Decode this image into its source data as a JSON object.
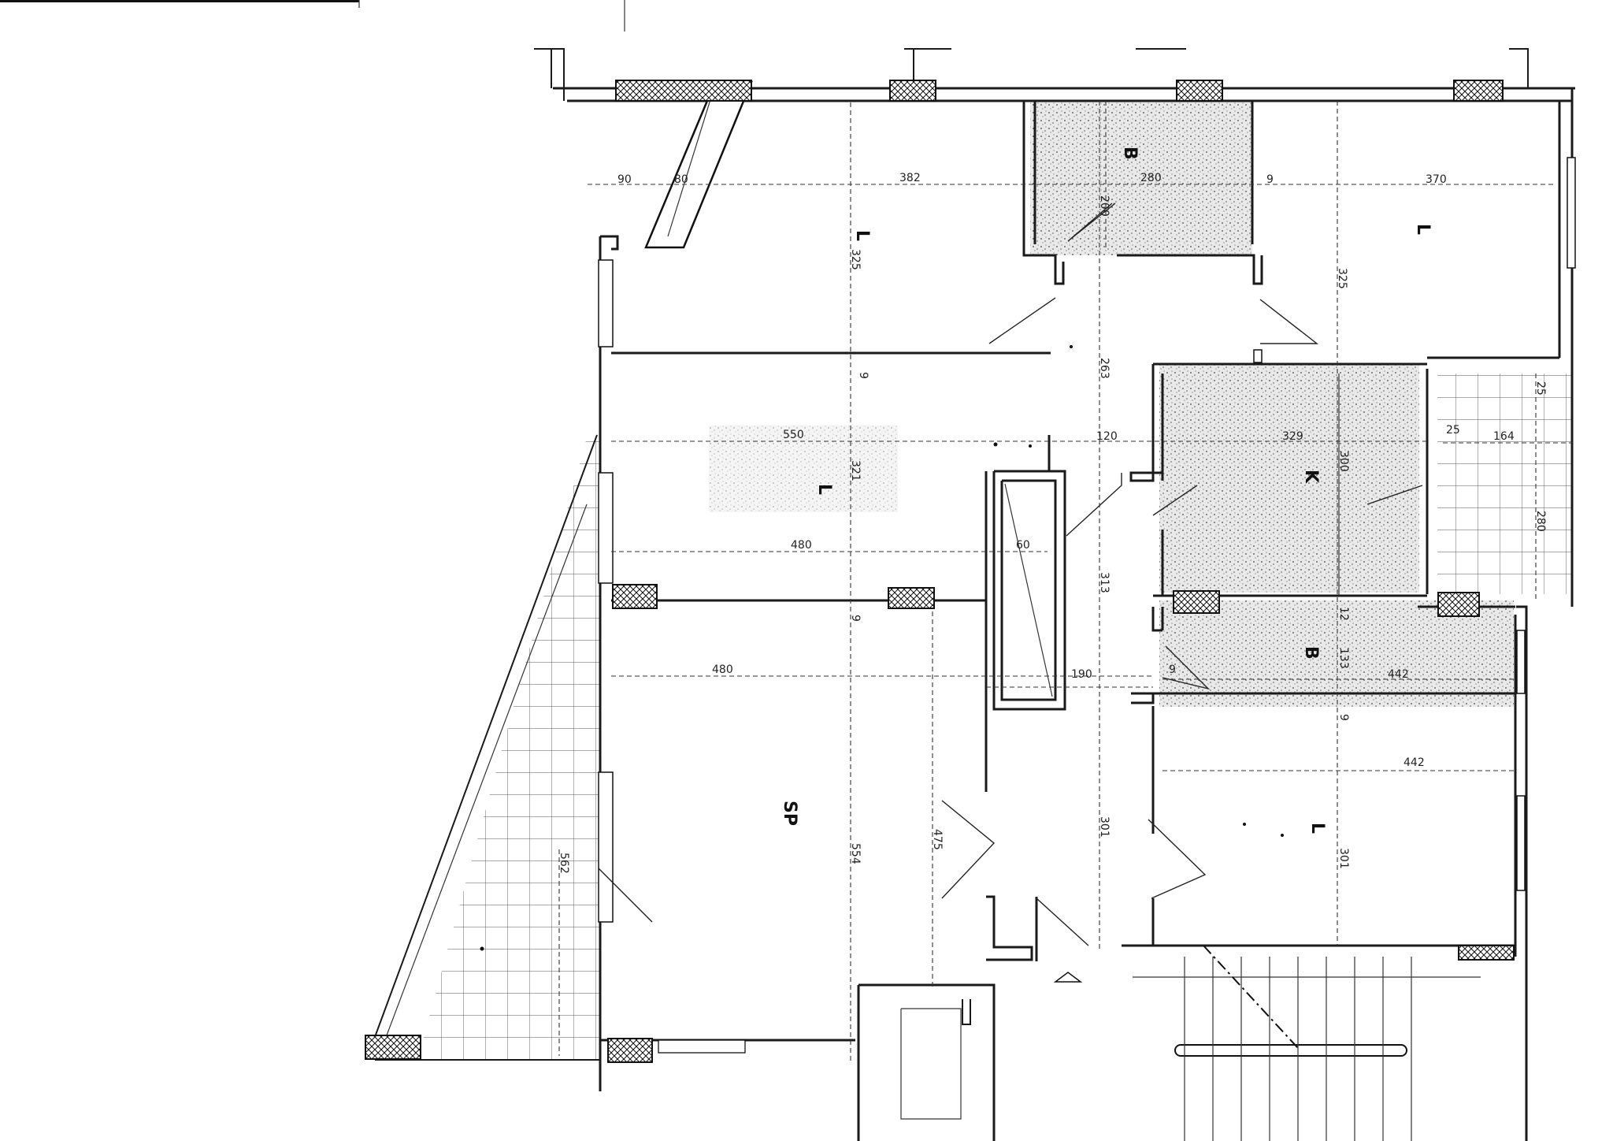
{
  "plan": {
    "rooms": [
      {
        "id": "L1",
        "label": "L"
      },
      {
        "id": "B1",
        "label": "B"
      },
      {
        "id": "L2",
        "label": "L"
      },
      {
        "id": "L3",
        "label": "L"
      },
      {
        "id": "K",
        "label": "K"
      },
      {
        "id": "B2",
        "label": "B"
      },
      {
        "id": "SP",
        "label": "SP"
      },
      {
        "id": "L4",
        "label": "L"
      }
    ],
    "dimensions": [
      "90",
      "80",
      "382",
      "200",
      "280",
      "9",
      "370",
      "325",
      "325",
      "263",
      "9",
      "550",
      "120",
      "329",
      "300",
      "25",
      "25",
      "164",
      "321",
      "60",
      "280",
      "480",
      "313",
      "9",
      "12",
      "480",
      "190",
      "9",
      "133",
      "442",
      "9",
      "442",
      "562",
      "554",
      "475",
      "301",
      "301"
    ]
  }
}
